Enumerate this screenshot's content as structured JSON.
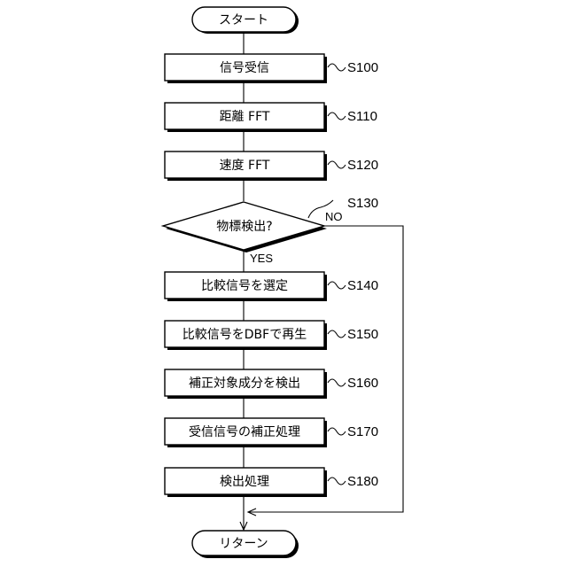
{
  "flowchart": {
    "start_label": "スタート",
    "end_label": "リターン",
    "steps": [
      {
        "id": "S100",
        "text": "信号受信"
      },
      {
        "id": "S110",
        "text": "距離 FFT"
      },
      {
        "id": "S120",
        "text": "速度 FFT"
      },
      {
        "id": "S140",
        "text": "比較信号を選定"
      },
      {
        "id": "S150",
        "text": "比較信号をDBFで再生"
      },
      {
        "id": "S160",
        "text": "補正対象成分を検出"
      },
      {
        "id": "S170",
        "text": "受信信号の補正処理"
      },
      {
        "id": "S180",
        "text": "検出処理"
      }
    ],
    "decision": {
      "id": "S130",
      "text": "物標検出?",
      "yes_label": "YES",
      "no_label": "NO"
    }
  }
}
